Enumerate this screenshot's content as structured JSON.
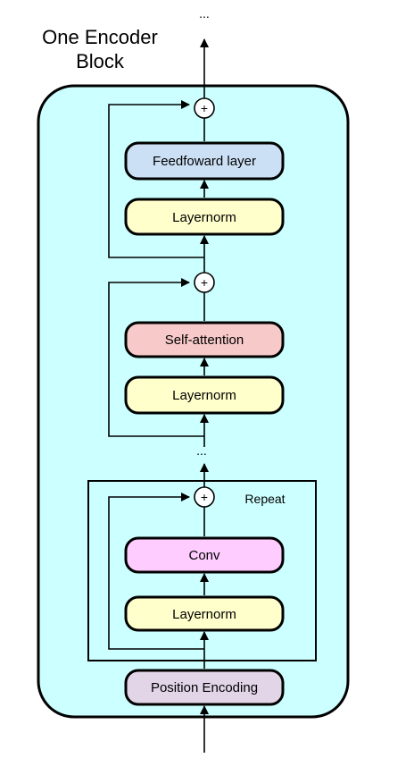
{
  "diagram": {
    "title_line1": "One Encoder",
    "title_line2": "Block",
    "top_ellipsis": "...",
    "mid_ellipsis": "...",
    "repeat_label": "Repeat",
    "plus": "+",
    "boxes": {
      "feedforward": "Feedfoward layer",
      "layernorm_top": "Layernorm",
      "self_attention": "Self-attention",
      "layernorm_mid": "Layernorm",
      "conv": "Conv",
      "layernorm_bottom": "Layernorm",
      "position_encoding": "Position Encoding"
    }
  },
  "colors": {
    "block_fill": "#ccffff",
    "feedforward_fill": "#cce0f5",
    "layernorm_fill": "#ffffcc",
    "self_attention_fill": "#f8c9c9",
    "conv_fill": "#ffccff",
    "position_encoding_fill": "#e1d5e7"
  }
}
